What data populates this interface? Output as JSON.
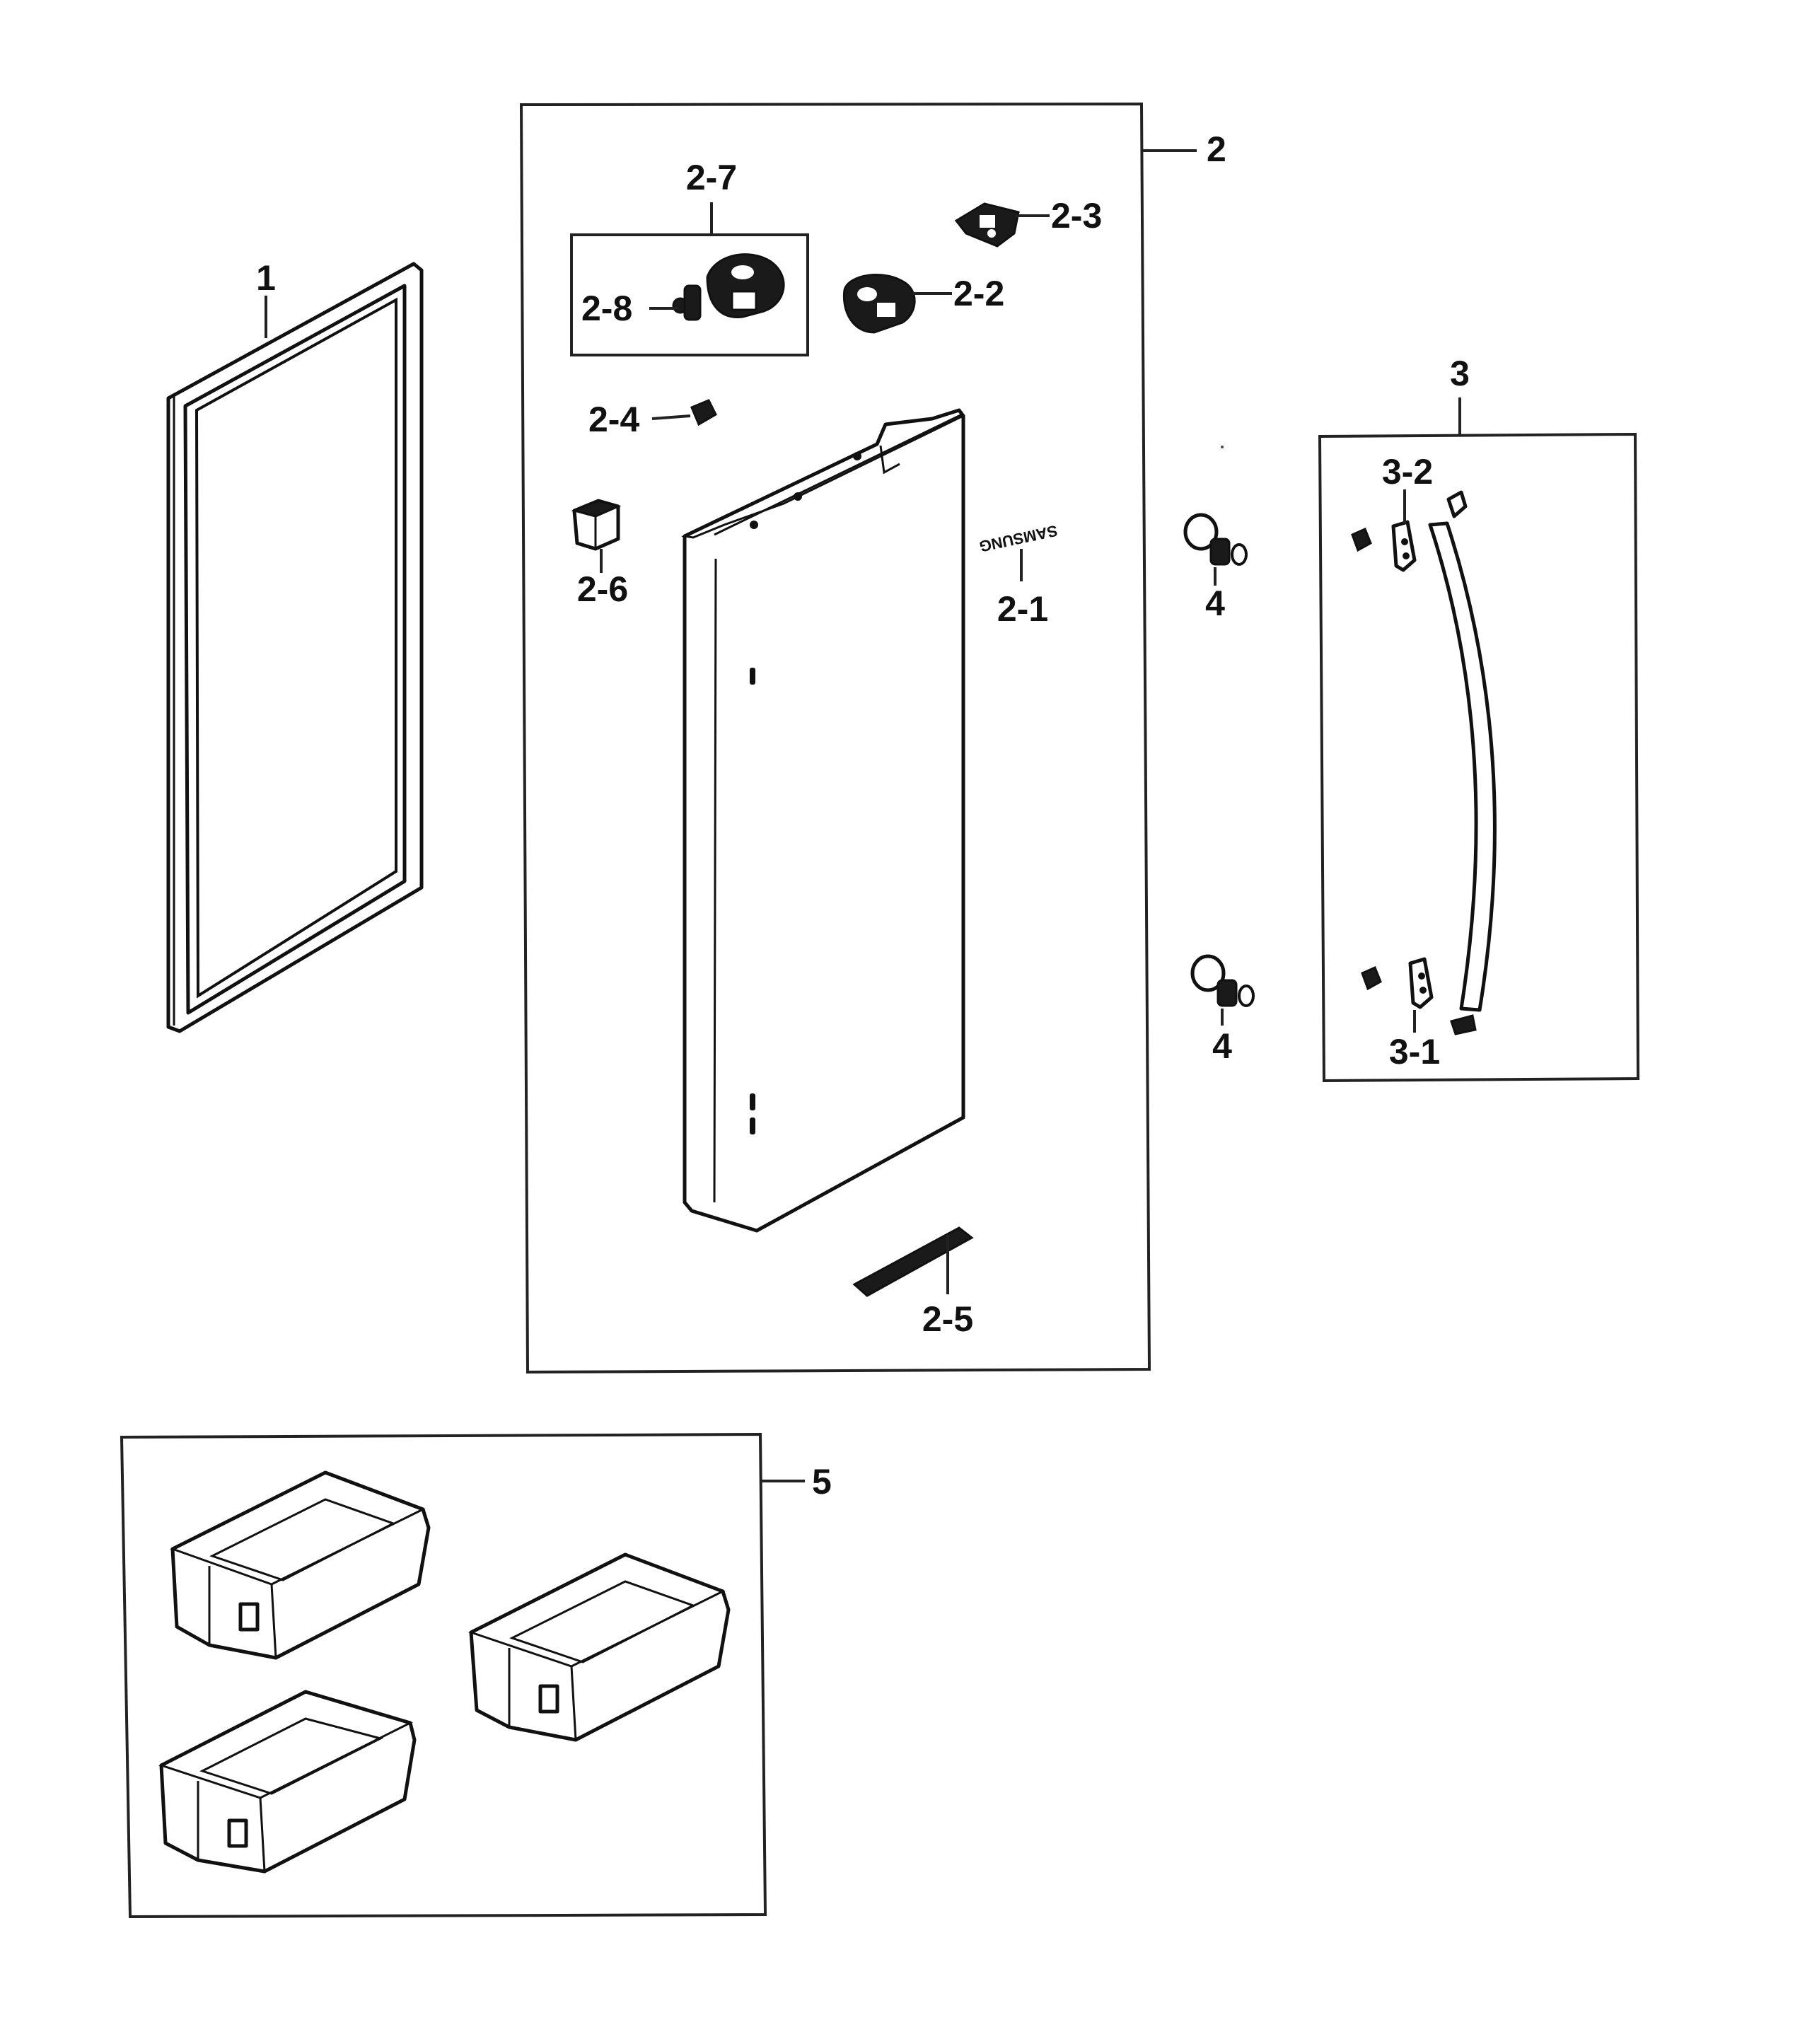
{
  "diagram": {
    "callouts": {
      "c1": "1",
      "c2": "2",
      "c2_1": "2-1",
      "c2_2": "2-2",
      "c2_3": "2-3",
      "c2_4": "2-4",
      "c2_5": "2-5",
      "c2_6": "2-6",
      "c2_7": "2-7",
      "c2_8": "2-8",
      "c3": "3",
      "c3_1": "3-1",
      "c3_2": "3-2",
      "c4_upper": "4",
      "c4_lower": "4",
      "c5": "5"
    },
    "logo_text": "SAMSUNG"
  }
}
